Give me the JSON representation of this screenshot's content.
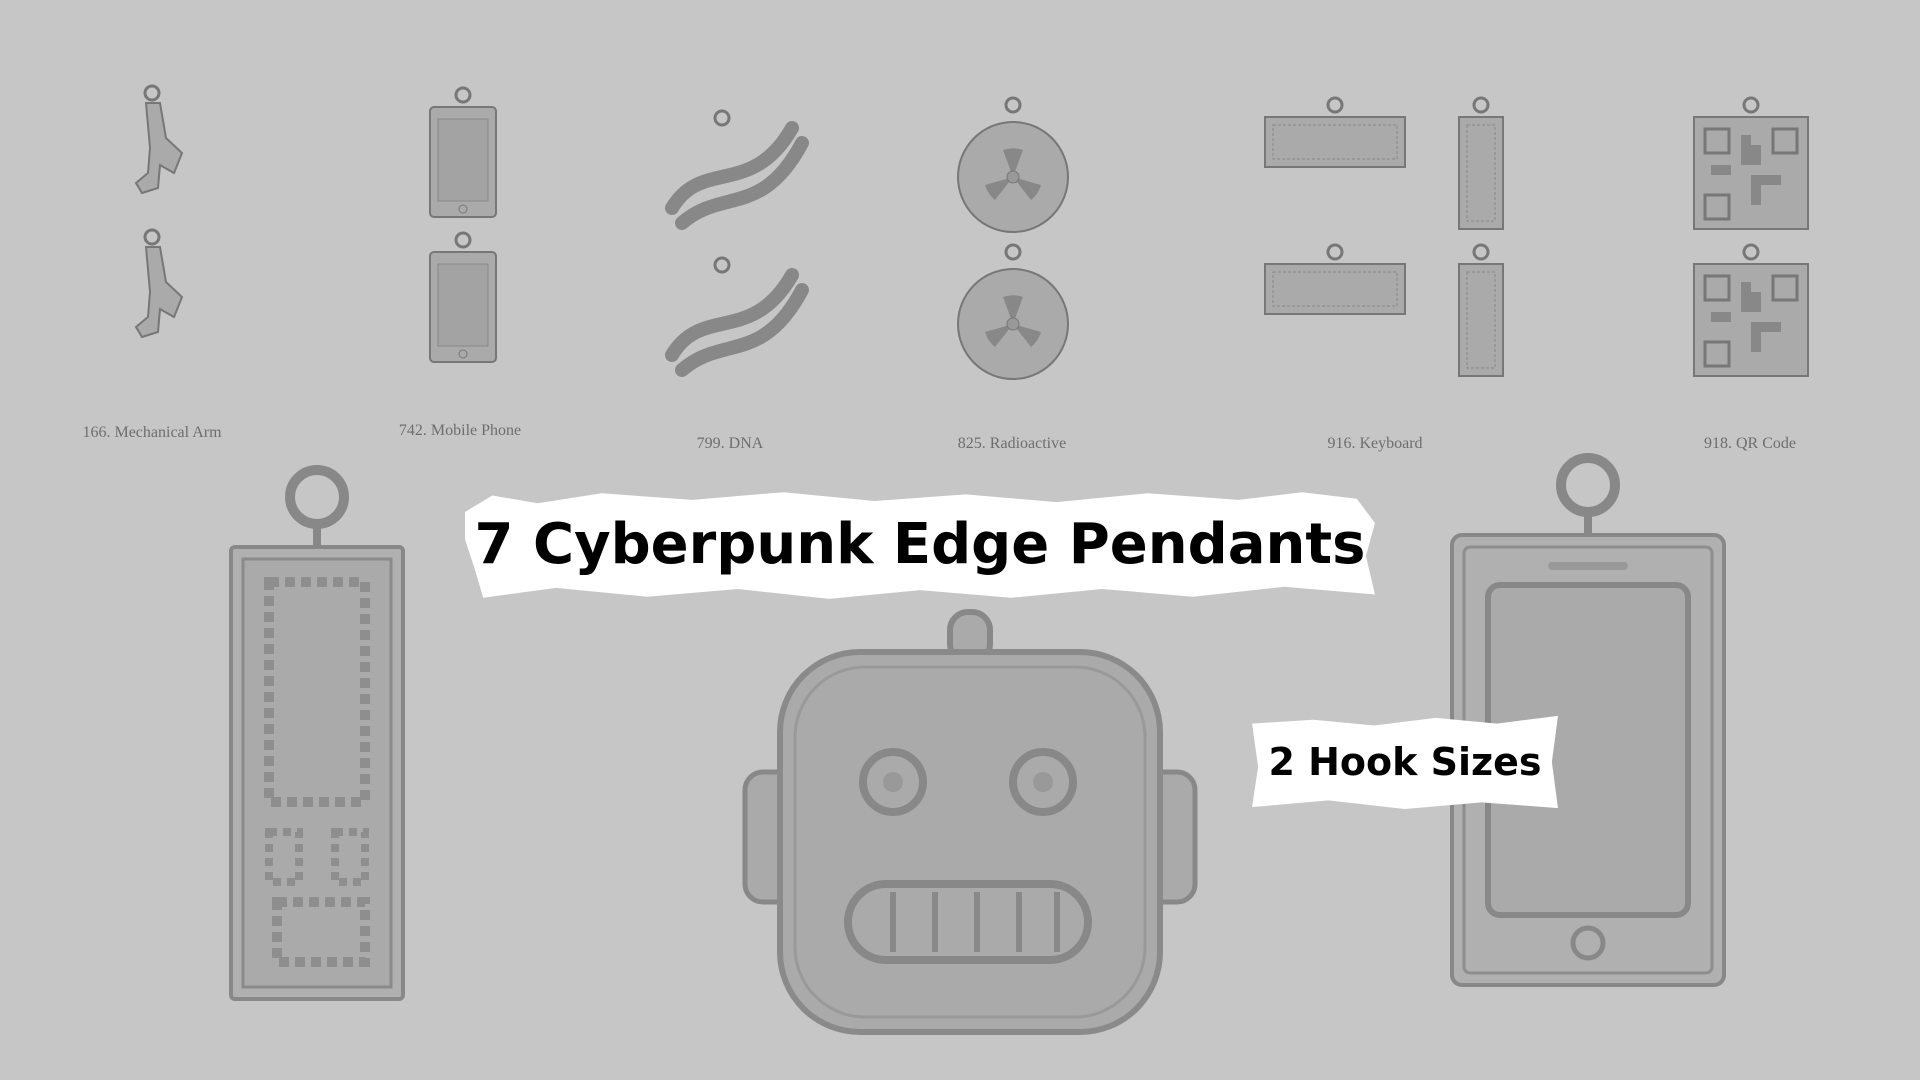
{
  "catalog": [
    {
      "label": "166. Mechanical Arm"
    },
    {
      "label": "742. Mobile Phone"
    },
    {
      "label": "799. DNA"
    },
    {
      "label": "825. Radioactive"
    },
    {
      "label": "916. Keyboard"
    },
    {
      "label": "918. QR Code"
    }
  ],
  "title": "7 Cyberpunk Edge Pendants",
  "badge": "2 Hook Sizes",
  "colors": {
    "background": "#c6c6c6",
    "pendant": "#a9a9a9",
    "outline": "#6f6f6f"
  }
}
